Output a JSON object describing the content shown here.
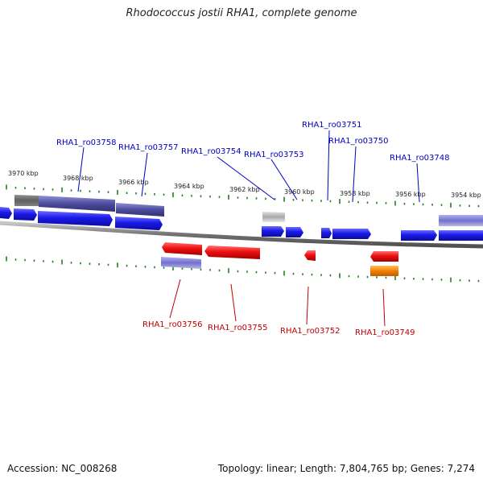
{
  "title": "Rhodococcus jostii RHA1, complete genome",
  "footer": {
    "accession": "Accession: NC_008268",
    "summary": "Topology: linear; Length: 7,804,765 bp; Genes: 7,274"
  },
  "colors": {
    "forward_gene": "#1010e0",
    "reverse_gene": "#e01010",
    "backbone": "#808080",
    "tick": "#208020",
    "label_forward": "#0000c0",
    "label_reverse": "#c00000",
    "feature_purple": "#5050a0",
    "feature_gray": "#a0a0a0",
    "feature_orange": "#f08000"
  },
  "scale_labels": [
    {
      "text": "3970 kbp",
      "kbp": 3970
    },
    {
      "text": "3968 kbp",
      "kbp": 3968
    },
    {
      "text": "3966 kbp",
      "kbp": 3966
    },
    {
      "text": "3964 kbp",
      "kbp": 3964
    },
    {
      "text": "3962 kbp",
      "kbp": 3962
    },
    {
      "text": "3960 kbp",
      "kbp": 3960
    },
    {
      "text": "3958 kbp",
      "kbp": 3958
    },
    {
      "text": "3956 kbp",
      "kbp": 3956
    },
    {
      "text": "3954 kbp",
      "kbp": 3954
    }
  ],
  "forward_genes": [
    {
      "label": "RHA1_ro03758",
      "start_kbp": 3967.9,
      "end_kbp": 3965.6
    },
    {
      "label": "RHA1_ro03757",
      "start_kbp": 3965.6,
      "end_kbp": 3964.0
    },
    {
      "label": "RHA1_ro03754",
      "start_kbp": 3960.8,
      "end_kbp": 3960.0
    },
    {
      "label": "RHA1_ro03753",
      "start_kbp": 3959.9,
      "end_kbp": 3959.2
    },
    {
      "label": "RHA1_ro03751",
      "start_kbp": 3958.7,
      "end_kbp": 3958.3
    },
    {
      "label": "RHA1_ro03750",
      "start_kbp": 3958.3,
      "end_kbp": 3956.9
    },
    {
      "label": "RHA1_ro03748",
      "start_kbp": 3956.3,
      "end_kbp": 3954.9
    }
  ],
  "reverse_genes": [
    {
      "label": "RHA1_ro03756",
      "start_kbp": 3964.3,
      "end_kbp": 3963.1
    },
    {
      "label": "RHA1_ro03755",
      "start_kbp": 3962.9,
      "end_kbp": 3961.1
    },
    {
      "label": "RHA1_ro03752",
      "start_kbp": 3959.0,
      "end_kbp": 3958.7
    },
    {
      "label": "RHA1_ro03749",
      "start_kbp": 3957.1,
      "end_kbp": 3956.3
    }
  ]
}
